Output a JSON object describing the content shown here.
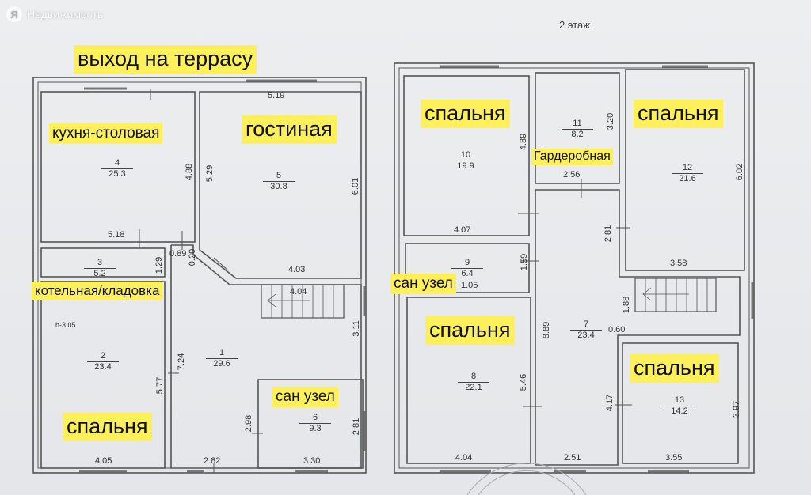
{
  "watermark": {
    "logo": "Я",
    "text": "Недвижимость"
  },
  "floor2_title": "2 этаж",
  "labels": {
    "terrace": "выход на террасу",
    "kitchen": "кухня-столовая",
    "living": "гостиная",
    "boiler": "котельная/кладовка",
    "bedroom_f1": "спальня",
    "bath_f1": "сан узел",
    "bedroom_10": "спальня",
    "bedroom_12": "спальня",
    "wardrobe": "Гардеробная",
    "bath_f2": "сан узел",
    "bedroom_8": "спальня",
    "bedroom_13": "спальня"
  },
  "rooms": [
    {
      "id": "r4",
      "num": "4",
      "area": "25.3"
    },
    {
      "id": "r5",
      "num": "5",
      "area": "30.8"
    },
    {
      "id": "r3",
      "num": "3",
      "area": "5.2"
    },
    {
      "id": "r2",
      "num": "2",
      "area": "23.4"
    },
    {
      "id": "r1",
      "num": "1",
      "area": "29.6"
    },
    {
      "id": "r6",
      "num": "6",
      "area": "9.3"
    },
    {
      "id": "r10",
      "num": "10",
      "area": "19.9"
    },
    {
      "id": "r11",
      "num": "11",
      "area": "8.2"
    },
    {
      "id": "r12",
      "num": "12",
      "area": "21.6"
    },
    {
      "id": "r9",
      "num": "9",
      "area": "6.4"
    },
    {
      "id": "r7",
      "num": "7",
      "area": "23.4"
    },
    {
      "id": "r8",
      "num": "8",
      "area": "22.1"
    },
    {
      "id": "r13",
      "num": "13",
      "area": "14.2"
    }
  ],
  "height_note": "h-3.05",
  "dims": {
    "d519": "5.19",
    "d488": "4.88",
    "d529": "5.29",
    "d601": "6.01",
    "d518": "5.18",
    "d089": "0.89",
    "d020": "0.20",
    "d129": "1.29",
    "d403": "4.03",
    "d404": "4.04",
    "d311": "3.11",
    "d724": "7.24",
    "d577": "5.77",
    "d298": "2.98",
    "d281a": "2.81",
    "d405": "4.05",
    "d282": "2.82",
    "d330": "3.30",
    "d489": "4.89",
    "d320": "3.20",
    "d602": "6.02",
    "d256": "2.56",
    "d407": "4.07",
    "d281b": "2.81",
    "d358": "3.58",
    "d159": "1.59",
    "d105": "1.05",
    "d188": "1.88",
    "d060": "0.60",
    "d889": "8.89",
    "d546": "5.46",
    "d417": "4.17",
    "d397": "3.97",
    "d404b": "4.04",
    "d251": "2.51",
    "d355": "3.55"
  }
}
